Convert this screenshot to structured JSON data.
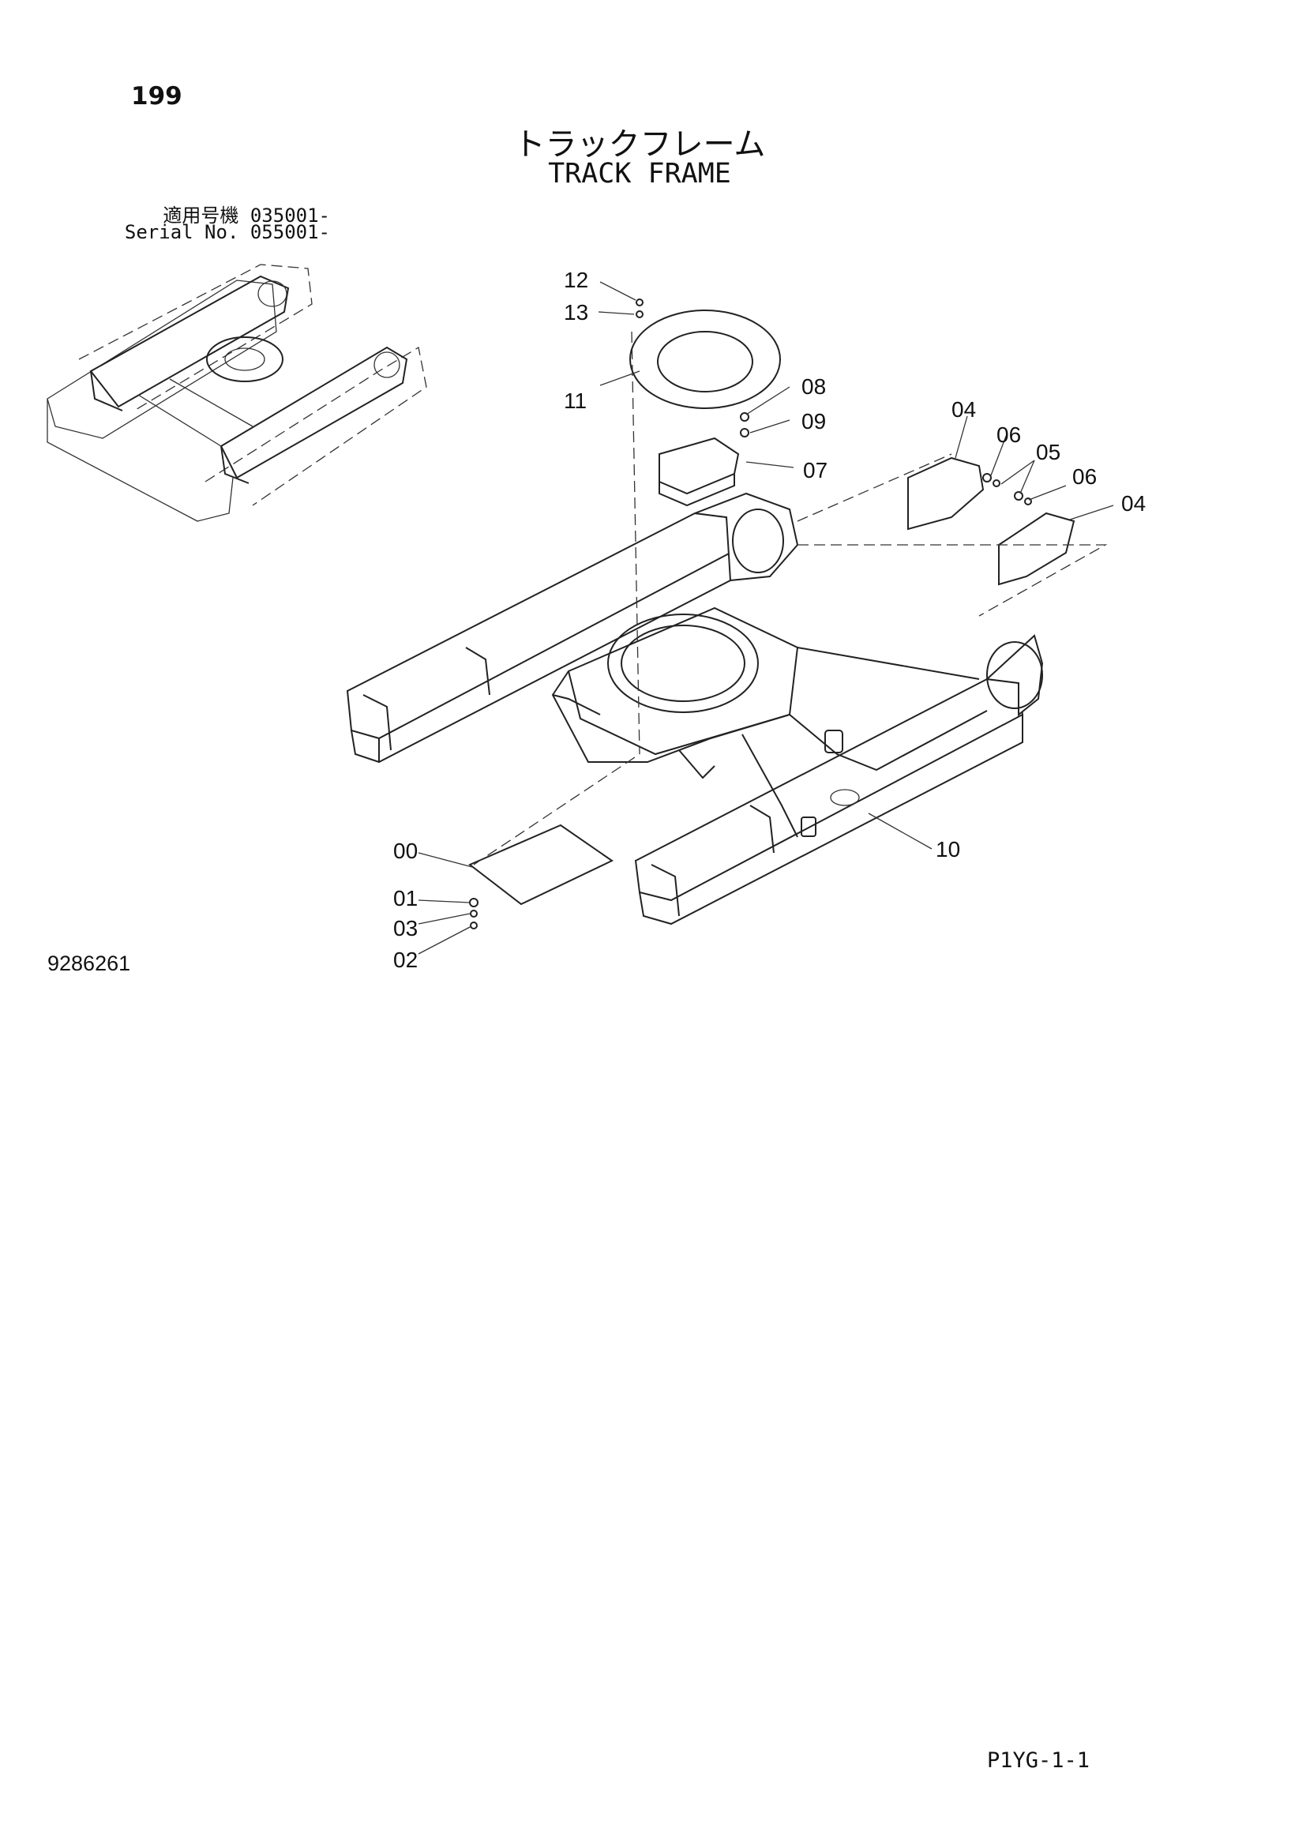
{
  "header": {
    "page_number": "199",
    "title_jp": "トラックフレーム",
    "title_en": "TRACK FRAME",
    "serial_jp": "適用号機  035001-",
    "serial_en": "Serial No. 055001-"
  },
  "footer": {
    "drawing_number": "9286261",
    "page_code": "P1YG-1-1"
  },
  "callouts": [
    "12",
    "13",
    "11",
    "08",
    "09",
    "07",
    "04",
    "06",
    "05",
    "06",
    "04",
    "10",
    "00",
    "01",
    "03",
    "02"
  ]
}
